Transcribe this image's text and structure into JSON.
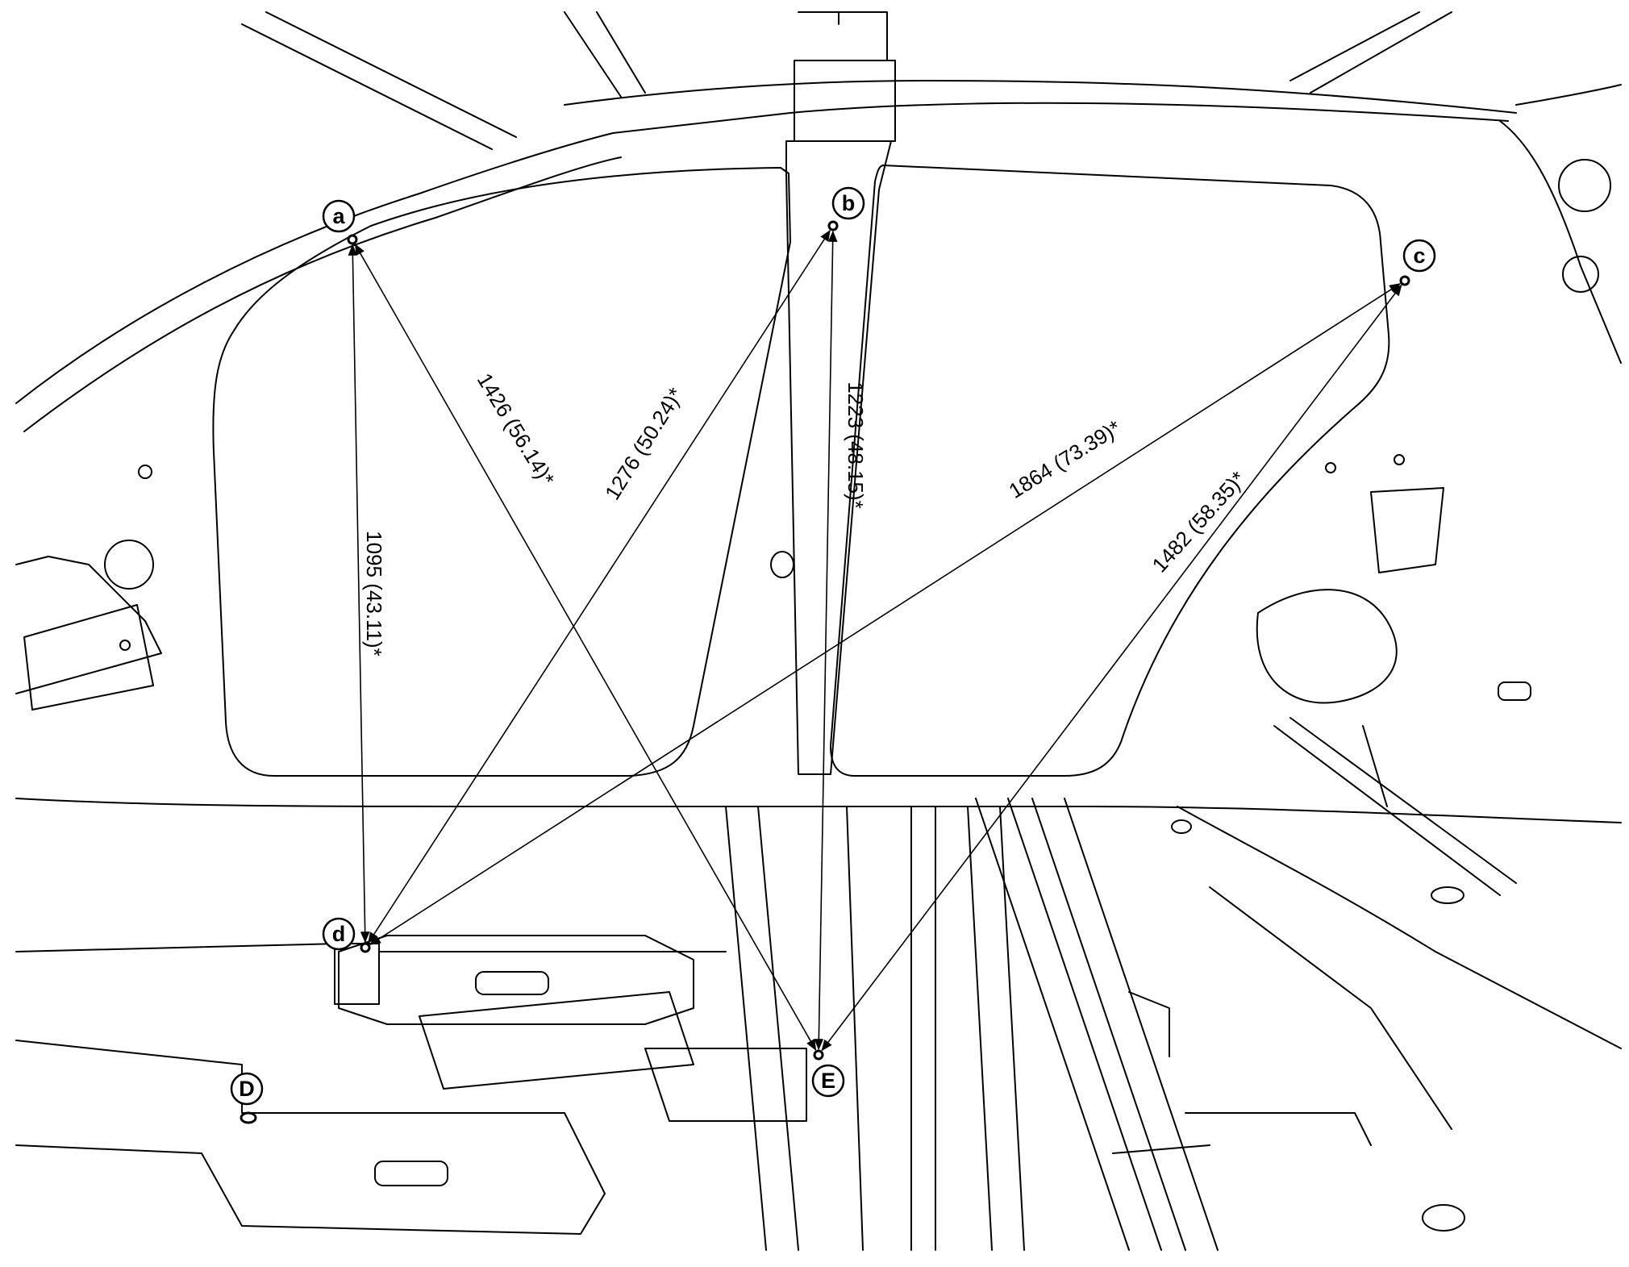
{
  "points": [
    {
      "id": "a",
      "label": "a"
    },
    {
      "id": "b",
      "label": "b"
    },
    {
      "id": "c",
      "label": "c"
    },
    {
      "id": "d",
      "label": "d"
    },
    {
      "id": "D",
      "label": "D"
    },
    {
      "id": "E",
      "label": "E"
    }
  ],
  "dimensions": [
    {
      "id": "a-d",
      "label": "1095 (43.11)*",
      "from": "a",
      "to": "d"
    },
    {
      "id": "a-E",
      "label": "1426 (56.14)*",
      "from": "a",
      "to": "E"
    },
    {
      "id": "b-d",
      "label": "1276 (50.24)*",
      "from": "b",
      "to": "d"
    },
    {
      "id": "b-E",
      "label": "1223 (48.15)*",
      "from": "b",
      "to": "E"
    },
    {
      "id": "c-d",
      "label": "1864 (73.39)*",
      "from": "c",
      "to": "d"
    },
    {
      "id": "c-E",
      "label": "1482 (58.35)*",
      "from": "c",
      "to": "E"
    }
  ]
}
